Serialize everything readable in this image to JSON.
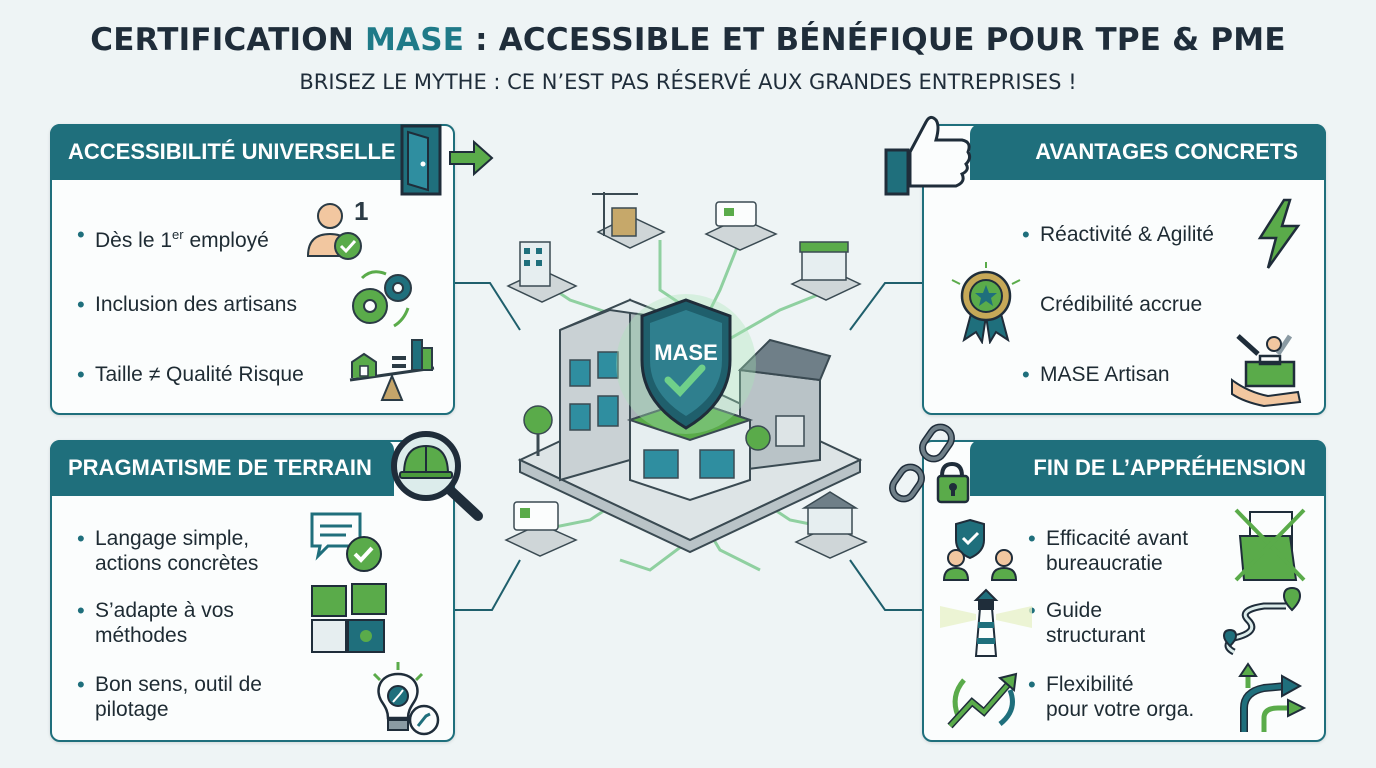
{
  "header": {
    "title_part1": "CERTIFICATION ",
    "title_accent": "MASE",
    "title_part2": " : ACCESSIBLE ET BÉNÉFIQUE POUR TPE & PME",
    "subtitle": "BRISEZ LE MYTHE : CE N’EST PAS RÉSERVÉ AUX GRANDES ENTREPRISES !"
  },
  "center": {
    "shield_label": "MASE"
  },
  "panels": {
    "accessibilite": {
      "title": "ACCESSIBILITÉ UNIVERSELLE",
      "items": [
        {
          "label_before": "Dès le 1",
          "label_sup": "er",
          "label_after": " employé",
          "badge": "1"
        },
        {
          "label": "Inclusion des artisans"
        },
        {
          "label": "Taille ≠ Qualité Risque"
        }
      ]
    },
    "pragmatisme": {
      "title": "PRAGMATISME DE TERRAIN",
      "items": [
        {
          "line1": "Langage simple,",
          "line2": "actions concrètes"
        },
        {
          "line1": "S’adapte à vos",
          "line2": "méthodes"
        },
        {
          "line1": "Bon sens, outil de",
          "line2": "pilotage"
        }
      ]
    },
    "avantages": {
      "title": "AVANTAGES CONCRETS",
      "items": [
        {
          "label": "Réactivité & Agilité"
        },
        {
          "label": "Crédibilité accrue"
        },
        {
          "label": "MASE Artisan"
        }
      ]
    },
    "apprehension": {
      "title": "FIN DE L’APPRÉHENSION",
      "items": [
        {
          "line1": "Efficacité avant",
          "line2": "bureaucratie"
        },
        {
          "line1": "Guide",
          "line2": "structurant"
        },
        {
          "line1": "Flexibilité",
          "line2": "pour votre orga."
        }
      ]
    }
  },
  "colors": {
    "teal": "#1f6f7c",
    "green": "#5aab4a",
    "accent_text": "#1f7a88"
  }
}
